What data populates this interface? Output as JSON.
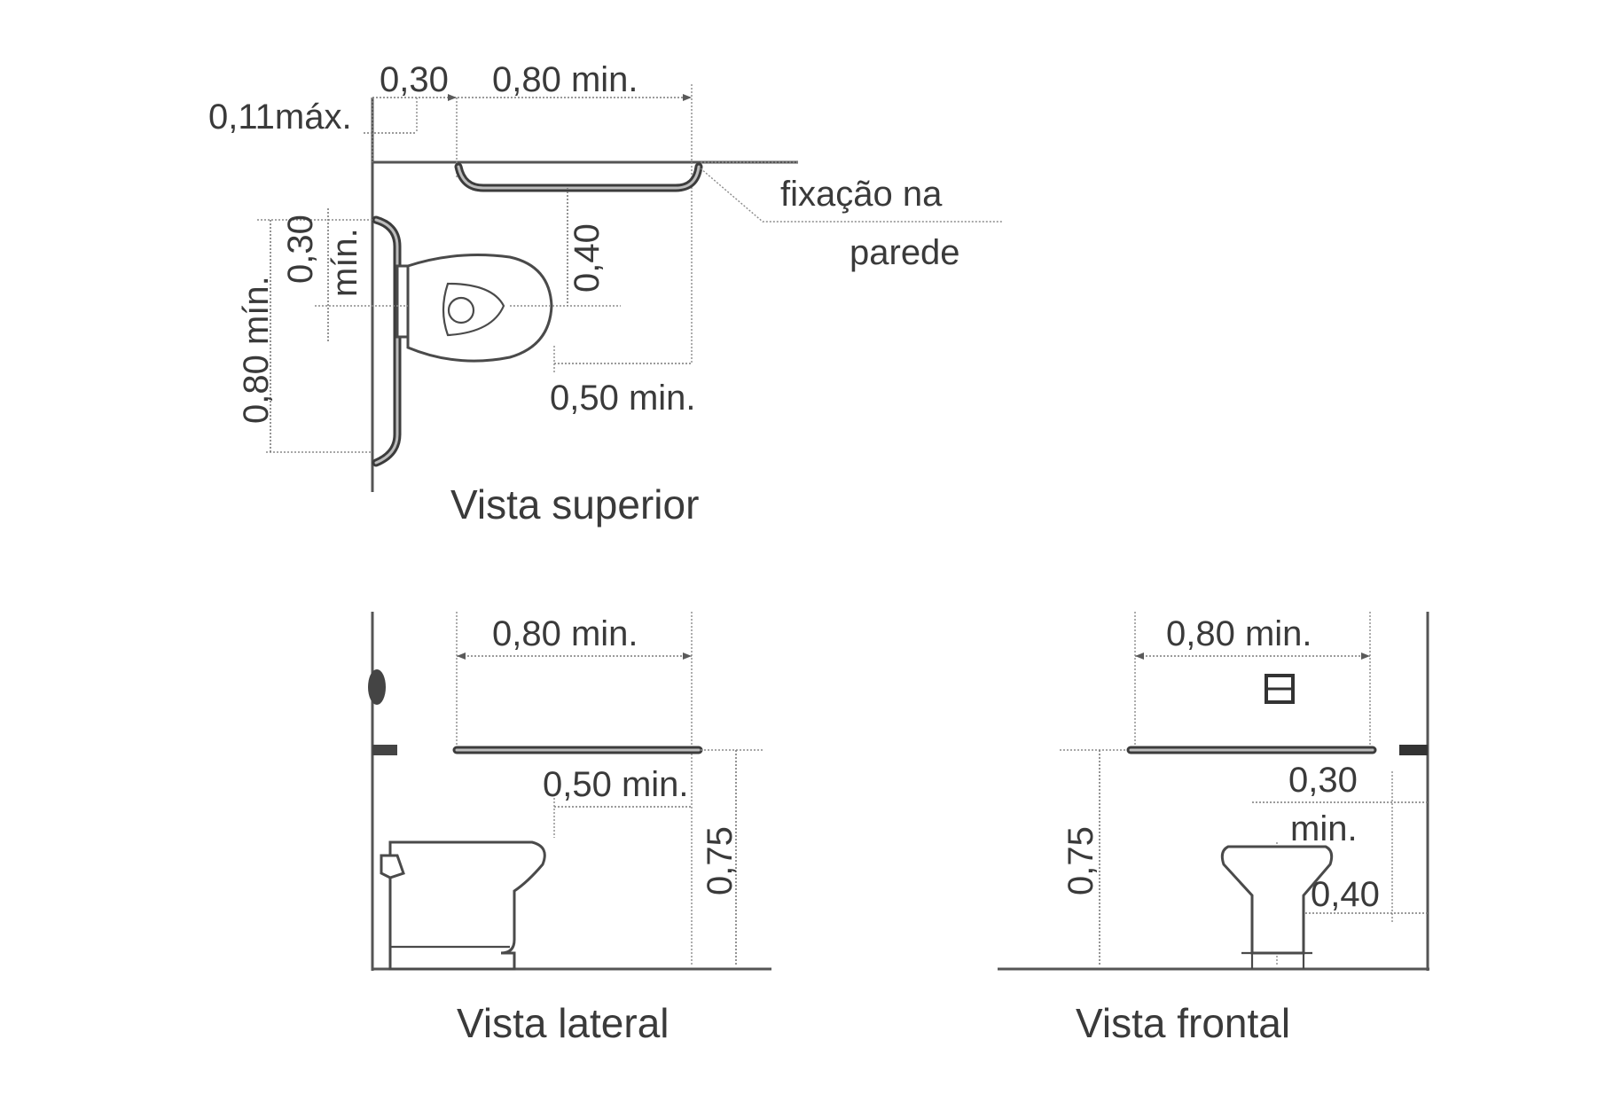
{
  "top_view": {
    "title": "Vista superior",
    "dim_wall_gap": "0,30",
    "dim_bar_length": "0,80 min.",
    "dim_wall_offset": "0,11máx.",
    "dim_side_bar_offset": "0,30",
    "dim_side_bar_offset_min": "mín.",
    "dim_side_bar_length": "0,80 mín.",
    "dim_seat_depth": "0,40",
    "dim_front_extension": "0,50 min.",
    "note_line1": "fixação na",
    "note_line2": "parede"
  },
  "side_view": {
    "title": "Vista lateral",
    "dim_bar_length": "0,80 min.",
    "dim_front_extension": "0,50 min.",
    "dim_height": "0,75"
  },
  "front_view": {
    "title": "Vista frontal",
    "dim_bar_length": "0,80 min.",
    "dim_side_offset": "0,30",
    "dim_side_offset_min": "min.",
    "dim_axis_offset": "0,40",
    "dim_height": "0,75"
  }
}
